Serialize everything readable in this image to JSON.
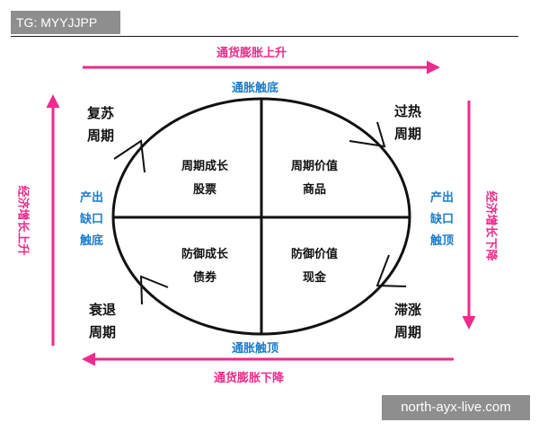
{
  "watermark_top": "TG: MYYJJPP",
  "watermark_bottom": "north-ayx-live.com",
  "labels": {
    "inflation_rise": "通货膨胀上升",
    "inflation_fall": "通货膨胀下降",
    "growth_up": "经济增长上升",
    "growth_down": "经济增长下降",
    "inflation_bottom": "通胀触底",
    "inflation_top": "通胀触顶",
    "gap_bottom": [
      "产出",
      "缺口",
      "触底"
    ],
    "gap_top": [
      "产出",
      "缺口",
      "触顶"
    ]
  },
  "phases": {
    "recovery": [
      "复苏",
      "周期"
    ],
    "overheat": [
      "过热",
      "周期"
    ],
    "recession": [
      "衰退",
      "周期"
    ],
    "stagflation": [
      "滞涨",
      "周期"
    ]
  },
  "quadrants": {
    "top_left": [
      "周期成长",
      "股票"
    ],
    "top_right": [
      "周期价值",
      "商品"
    ],
    "bottom_left": [
      "防御成长",
      "债券"
    ],
    "bottom_right": [
      "防御价值",
      "现金"
    ]
  },
  "colors": {
    "accent_pink": "#ee2a8a",
    "accent_blue": "#1a7ccc",
    "line": "#111111"
  }
}
